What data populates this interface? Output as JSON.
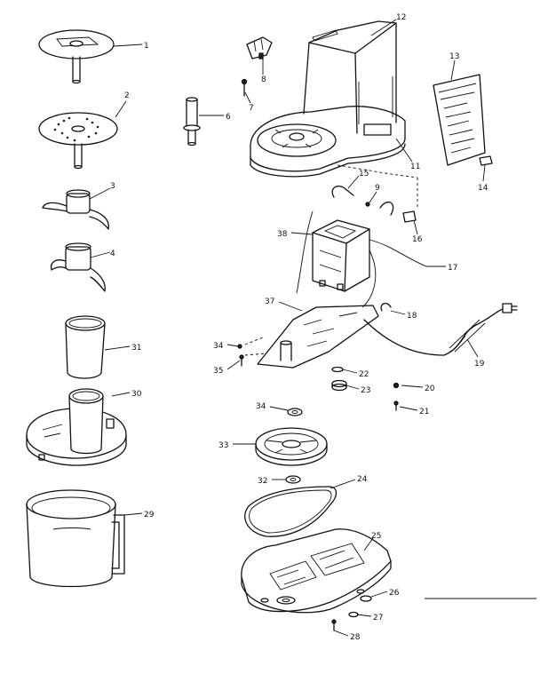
{
  "title": "",
  "callouts": [
    {
      "id": "1",
      "label": "1"
    },
    {
      "id": "2",
      "label": "2"
    },
    {
      "id": "3",
      "label": "3"
    },
    {
      "id": "4",
      "label": "4"
    },
    {
      "id": "6",
      "label": "6"
    },
    {
      "id": "7",
      "label": "7"
    },
    {
      "id": "8",
      "label": "8"
    },
    {
      "id": "9",
      "label": "9"
    },
    {
      "id": "11",
      "label": "11"
    },
    {
      "id": "12",
      "label": "12"
    },
    {
      "id": "13",
      "label": "13"
    },
    {
      "id": "14",
      "label": "14"
    },
    {
      "id": "15",
      "label": "15"
    },
    {
      "id": "16",
      "label": "16"
    },
    {
      "id": "17",
      "label": "17"
    },
    {
      "id": "18",
      "label": "18"
    },
    {
      "id": "19",
      "label": "19"
    },
    {
      "id": "20",
      "label": "20"
    },
    {
      "id": "21",
      "label": "21"
    },
    {
      "id": "22",
      "label": "22"
    },
    {
      "id": "23",
      "label": "23"
    },
    {
      "id": "24",
      "label": "24"
    },
    {
      "id": "25",
      "label": "25"
    },
    {
      "id": "26",
      "label": "26"
    },
    {
      "id": "27",
      "label": "27"
    },
    {
      "id": "28",
      "label": "28"
    },
    {
      "id": "29",
      "label": "29"
    },
    {
      "id": "30",
      "label": "30"
    },
    {
      "id": "31",
      "label": "31"
    },
    {
      "id": "32",
      "label": "32"
    },
    {
      "id": "33",
      "label": "33"
    },
    {
      "id": "34",
      "label": "34"
    },
    {
      "id": "34b",
      "label": "34"
    },
    {
      "id": "35",
      "label": "35"
    },
    {
      "id": "37",
      "label": "37"
    },
    {
      "id": "38",
      "label": "38"
    }
  ]
}
